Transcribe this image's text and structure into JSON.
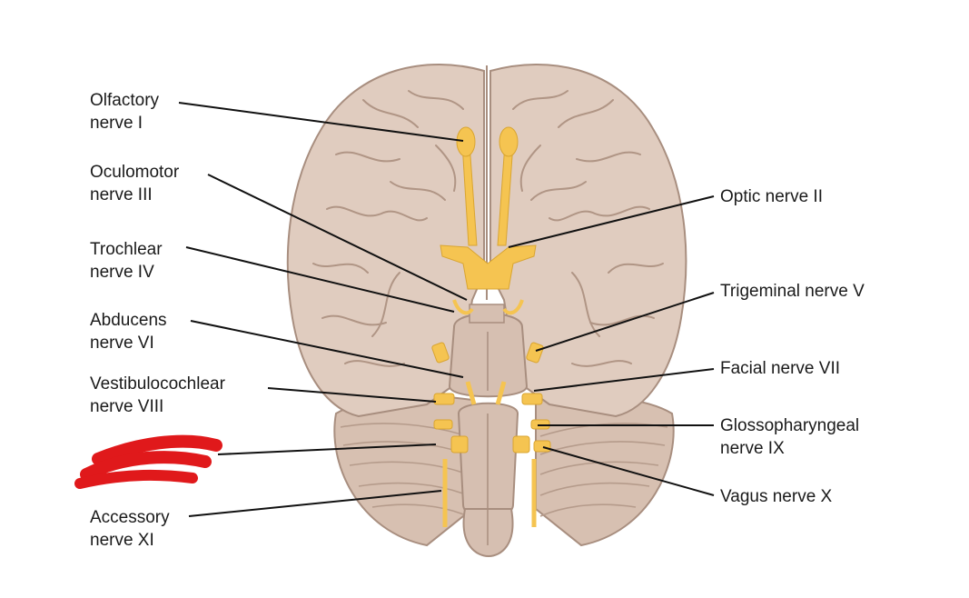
{
  "colors": {
    "brain": "#e0ccbf",
    "brain_shadow": "#c9b1a2",
    "sulcus": "#a88e7f",
    "nerve": "#f5c451",
    "nerve_dark": "#d9a531",
    "leader": "#111111",
    "redaction": "#e0191b"
  },
  "labels": {
    "olfactory": {
      "line1": "Olfactory",
      "line2": "nerve I"
    },
    "oculomotor": {
      "line1": "Oculomotor",
      "line2": "nerve III"
    },
    "trochlear": {
      "line1": "Trochlear",
      "line2": "nerve IV"
    },
    "abducens": {
      "line1": "Abducens",
      "line2": "nerve VI"
    },
    "vestibulocochlear": {
      "line1": "Vestibulocochlear",
      "line2": "nerve VIII"
    },
    "accessory": {
      "line1": "Accessory",
      "line2": "nerve XI"
    },
    "optic": {
      "line1": "Optic nerve II"
    },
    "trigeminal": {
      "line1": "Trigeminal nerve V"
    },
    "facial": {
      "line1": "Facial nerve VII"
    },
    "glossopharyngeal": {
      "line1": "Glossopharyngeal",
      "line2": "nerve IX"
    },
    "vagus": {
      "line1": "Vagus nerve X"
    }
  }
}
